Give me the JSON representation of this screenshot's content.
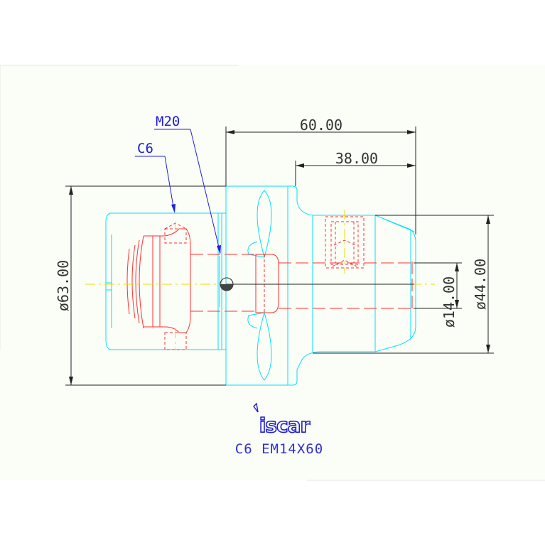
{
  "dimensions": {
    "length_overall": "60.00",
    "length_bore": "38.00",
    "dia_flange": "ø63.00",
    "dia_body": "ø44.00",
    "dia_bore": "ø14.00"
  },
  "callouts": {
    "thread": "M20",
    "shank": "C6"
  },
  "brand": {
    "logo": "iscar",
    "caption": "C6  EM14X60"
  },
  "colors": {
    "outline": "#00e0ff",
    "hidden_detail": "#ff3030",
    "centerline": "#e8e000",
    "dimension": "#222222",
    "callout": "#2020e0"
  }
}
